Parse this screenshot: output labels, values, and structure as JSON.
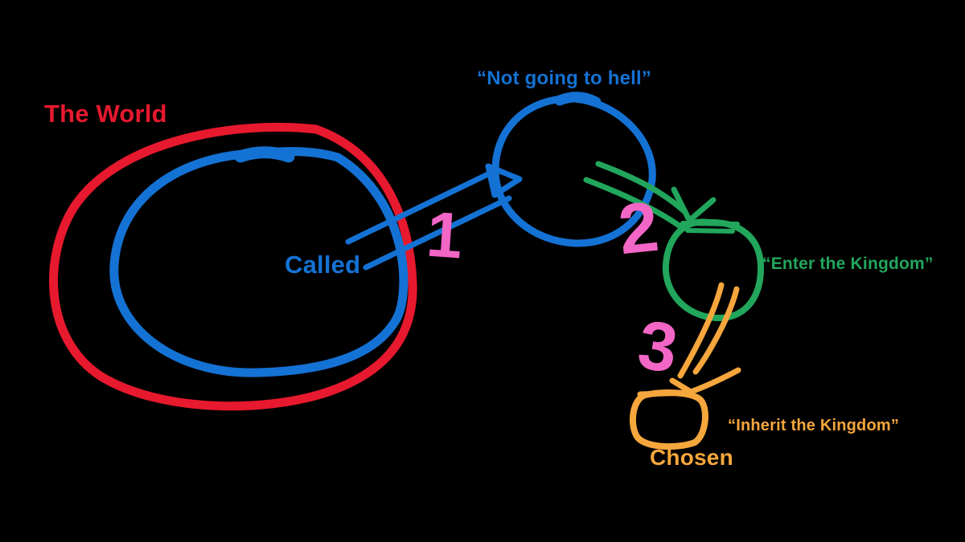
{
  "colors": {
    "background": "#000000",
    "red": "#E6192E",
    "blue": "#1472D4",
    "green": "#21A65C",
    "orange": "#F5A63C",
    "pink": "#F266C6"
  },
  "labels": {
    "world": "The World",
    "called": "Called",
    "not_going_to_hell": "“Not going to hell”",
    "enter_the_kingdom": "“Enter the Kingdom”",
    "inherit_the_kingdom": "“Inherit the Kingdom”",
    "chosen": "Chosen"
  },
  "steps": [
    "1",
    "2",
    "3"
  ],
  "arrows": [
    {
      "step": "1",
      "from": "Called",
      "to": "“Not going to hell”",
      "color": "#1472D4"
    },
    {
      "step": "2",
      "from": "“Not going to hell”",
      "to": "“Enter the Kingdom”",
      "color": "#21A65C"
    },
    {
      "step": "3",
      "from": "“Enter the Kingdom”",
      "to": "Chosen",
      "color": "#F5A63C"
    }
  ]
}
